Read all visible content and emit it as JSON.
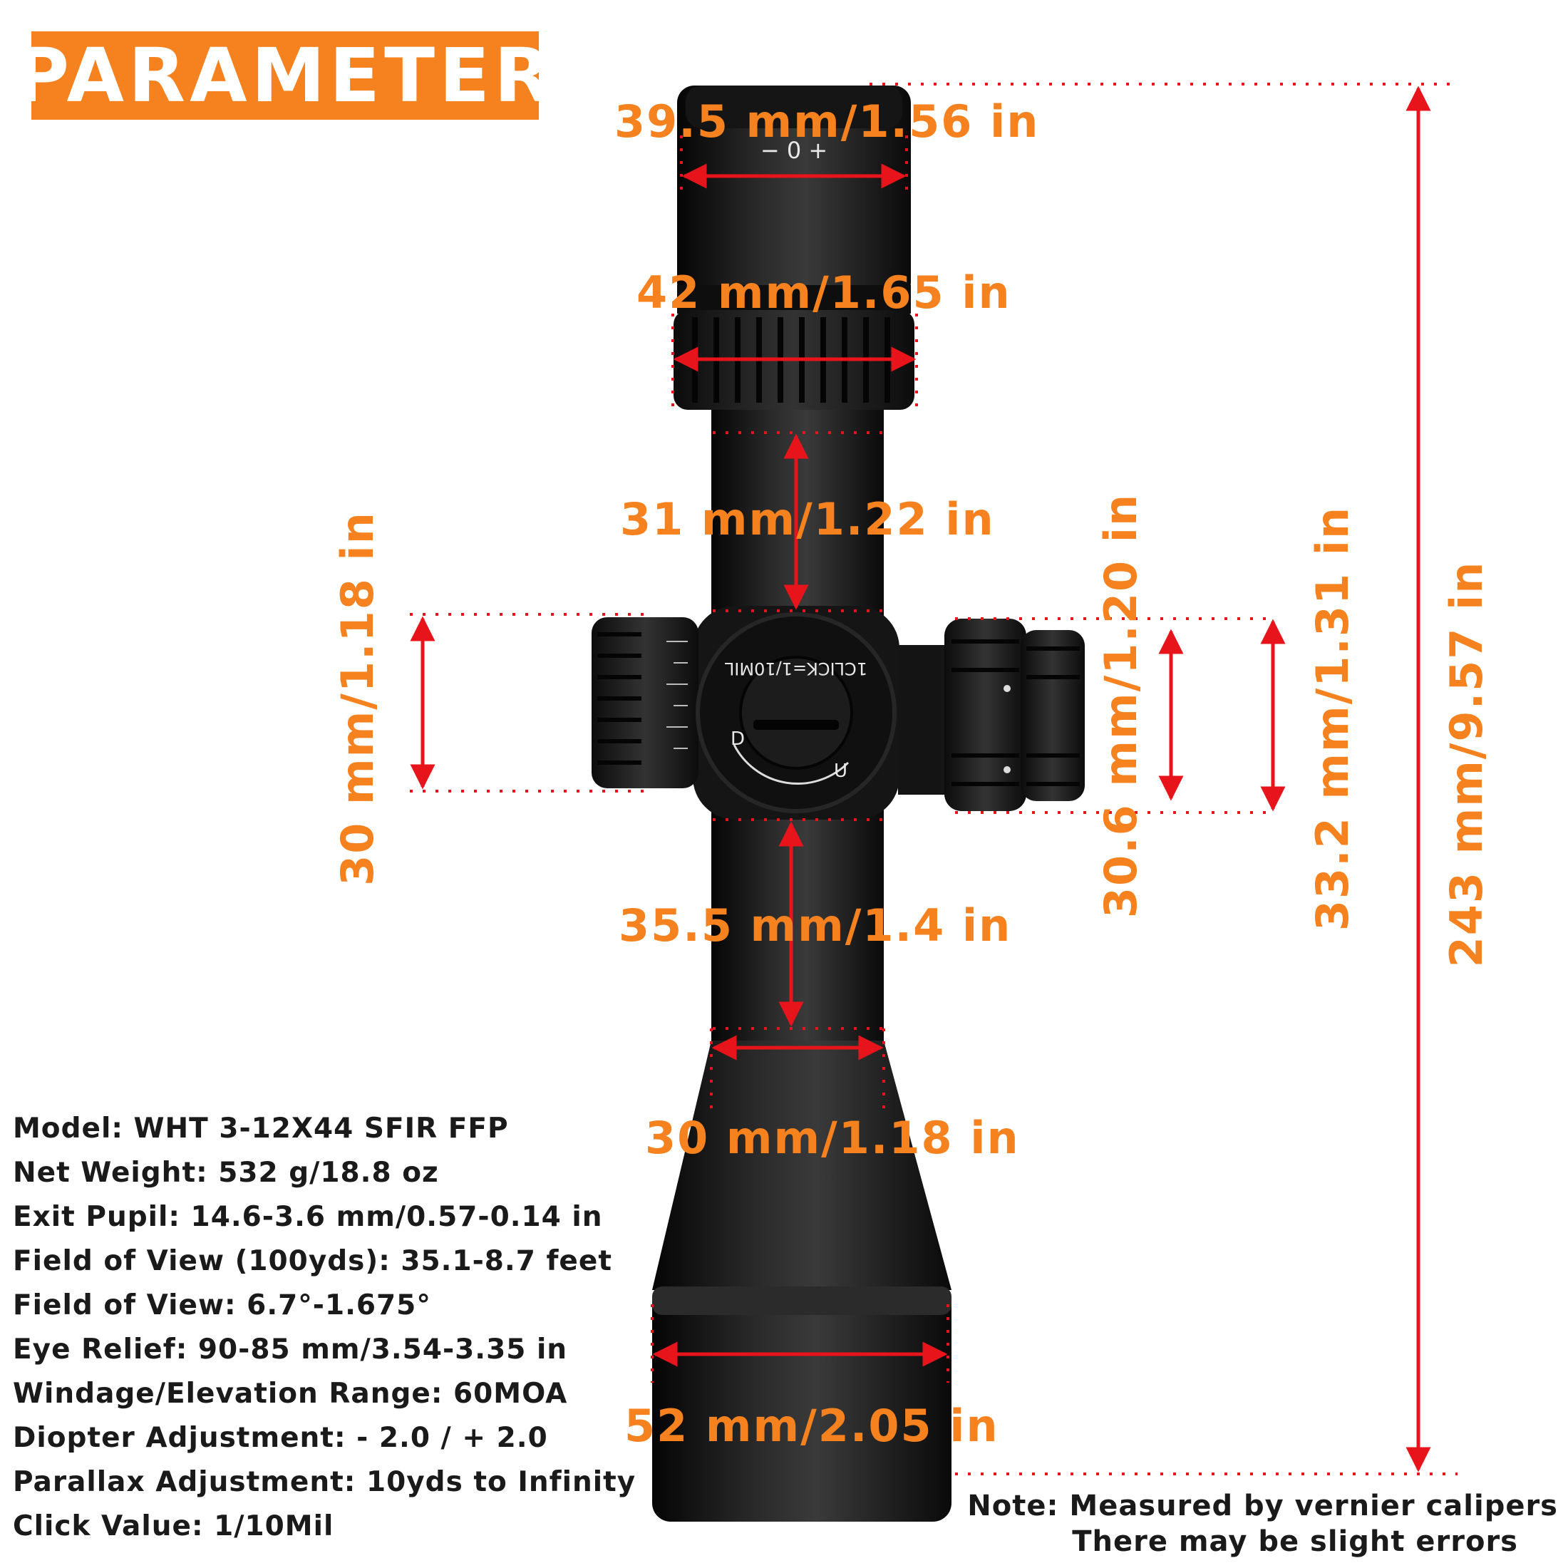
{
  "title": "PARAMETER",
  "dimensions": {
    "ocular_diameter": "39.5 mm/1.56 in",
    "power_ring_diameter": "42 mm/1.65 in",
    "rear_tube_length": "31 mm/1.22 in",
    "windage_turret_height": "30 mm/1.18 in",
    "parallax_turret_height": "30.6 mm/1.20 in",
    "parallax_knob_height": "33.2 mm/1.31 in",
    "overall_length": "243 mm/9.57 in",
    "front_tube_length": "35.5 mm/1.4 in",
    "tube_diameter": "30 mm/1.18 in",
    "objective_diameter": "52 mm/2.05 in"
  },
  "scope_markings": {
    "ocular_scale": "− 0 +",
    "click_value": "1CLICK=1/10MIL",
    "dir_up": "U",
    "dir_down": "D"
  },
  "specs": [
    "Model: WHT 3-12X44 SFIR FFP",
    "Net Weight: 532 g/18.8 oz",
    "Exit Pupil: 14.6-3.6 mm/0.57-0.14 in",
    "Field of View (100yds): 35.1-8.7 feet",
    "Field of View: 6.7°-1.675°",
    "Eye Relief: 90-85 mm/3.54-3.35 in",
    "Windage/Elevation Range: 60MOA",
    "Diopter Adjustment: - 2.0 / + 2.0",
    "Parallax Adjustment: 10yds to Infinity",
    "Click Value: 1/10Mil"
  ],
  "note": {
    "line1": "Note: Measured by vernier calipers",
    "line2": "There may be slight errors"
  },
  "colors": {
    "accent_orange": "#f5821f",
    "dimension_red": "#e8141b",
    "scope_black": "#1b1b1b",
    "text_dark": "#1a1a1a"
  }
}
